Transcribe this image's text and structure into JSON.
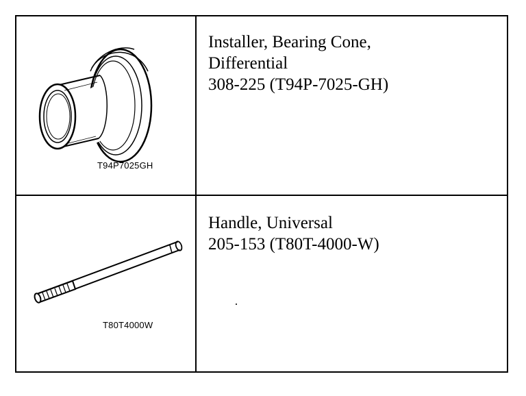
{
  "rows": [
    {
      "image_caption": "T94P7025GH",
      "description_lines": [
        "Installer, Bearing Cone,",
        "Differential",
        "308-225 (T94P-7025-GH)"
      ],
      "illustration": "bearing-cone-installer-icon"
    },
    {
      "image_caption": "T80T4000W",
      "description_lines": [
        "Handle, Universal",
        "205-153 (T80T-4000-W)"
      ],
      "illustration": "universal-handle-icon"
    }
  ]
}
